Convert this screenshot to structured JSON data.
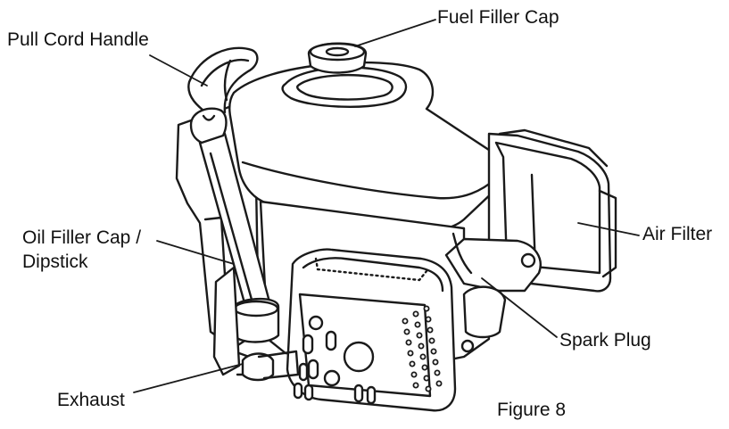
{
  "labels": {
    "fuel_filler_cap": "Fuel Filler Cap",
    "pull_cord_handle": "Pull Cord Handle",
    "oil_filler_cap_line1": "Oil Filler Cap /",
    "oil_filler_cap_line2": "Dipstick",
    "air_filter": "Air Filter",
    "spark_plug": "Spark Plug",
    "exhaust": "Exhaust",
    "figure": "Figure 8"
  },
  "colors": {
    "ink": "#1a1a1a",
    "engine_fill": "#ffffff",
    "shadow": "#e6e6e6"
  }
}
